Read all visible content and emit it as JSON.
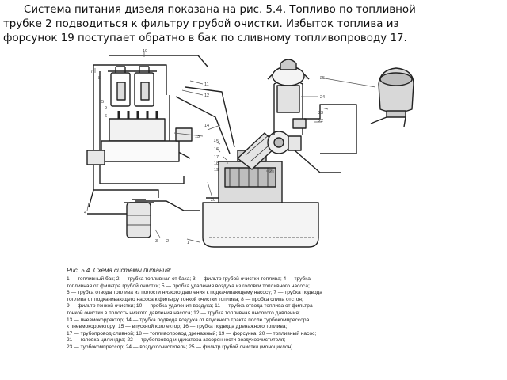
{
  "intro": {
    "lines": [
      "Система питания дизеля показана на рис. 5.4. Топливо по топливной",
      "трубке 2 подводиться к фильтру грубой очистки. Избыток топлива из",
      "форсунок 19 поступает обратно в бак по сливному топливопроводу 17."
    ]
  },
  "figure": {
    "callouts": [
      "1",
      "2",
      "3",
      "4",
      "5",
      "6",
      "7",
      "8",
      "9",
      "10",
      "11",
      "12",
      "13",
      "14",
      "15",
      "16",
      "17",
      "18",
      "19",
      "20",
      "21",
      "22",
      "23",
      "24",
      "25"
    ],
    "caption_prefix": "Рис. 5.4.",
    "caption_title": "Схема системы питания:",
    "legend_lines": [
      "1 — топливный бак; 2 — трубка топливная от бака; 3 — фильтр грубой очистки топлива; 4 — трубка",
      "топливная от фильтра грубой очистки; 5 — пробка удаления воздуха из головки топливного насоса;",
      "6 — трубка отвода топлива из полости низкого давления к подкачивающему насосу; 7 — трубка подвода",
      "топлива от подкачивающего насоса к фильтру тонкой очистки топлива; 8 — пробка слива отстоя;",
      "9 — фильтр тонкой очистки; 10 — пробка удаления воздуха; 11 — трубка отвода топлива от фильтра",
      "тонкой очистки в полость низкого давления насоса; 12 — трубка топливная высокого давления;",
      "13 — пневмокорректор; 14 — трубка подвода воздуха от впускного тракта после турбокомпрессора",
      "к пневмокорректору; 15 — впускной коллектор; 16 — трубка подвода дренажного топлива;",
      "17 — трубопровод сливной; 18 — топливопровод дренажный; 19 — форсунка; 20 — топливный насос;",
      "21 — головка цилиндра; 22 — трубопровод индикатора засоренности воздухоочистителя;",
      "23 — турбокомпрессор; 24 — воздухоочиститель; 25 — фильтр грубой очистки (моноциклон)"
    ]
  }
}
